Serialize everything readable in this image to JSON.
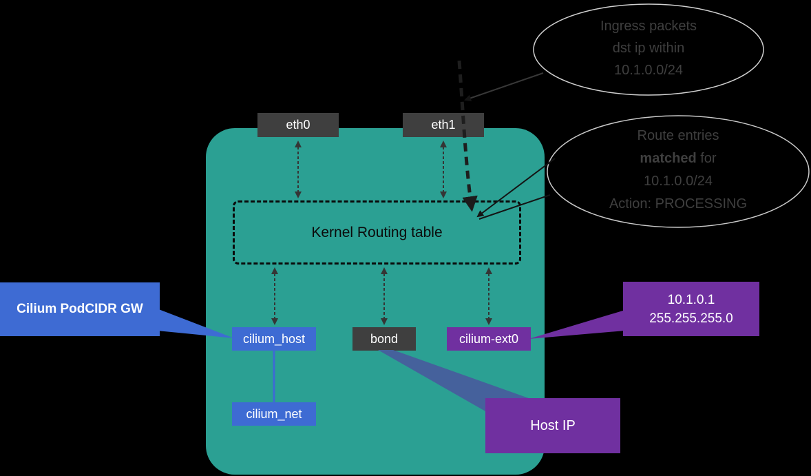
{
  "node": {
    "interfaces": {
      "eth0": "eth0",
      "eth1": "eth1",
      "cilium_host": "cilium_host",
      "bond": "bond",
      "cilium_ext0": "cilium-ext0",
      "cilium_net": "cilium_net"
    },
    "routing_table_label": "Kernel Routing table"
  },
  "callouts": {
    "podcidr_gw_label": "Cilium PodCIDR GW",
    "ext0_ip_line1": "10.1.0.1",
    "ext0_ip_line2": "255.255.255.0",
    "host_ip_label": "Host IP"
  },
  "bubbles": {
    "ingress": {
      "line1": "Ingress packets",
      "line2": "dst ip within",
      "line3": "10.1.0.0/24"
    },
    "route": {
      "line1": "Route entries",
      "line2_bold": "matched",
      "line2_rest": " for",
      "line3": "10.1.0.0/24",
      "line4": "Action: PROCESSING"
    }
  },
  "colors": {
    "background": "#000000",
    "node_fill": "#2ba093",
    "interface_gray": "#3f3f3f",
    "cilium_blue": "#3e6bd3",
    "purple": "#7030a0",
    "bubble_text": "#3f3f3f"
  }
}
